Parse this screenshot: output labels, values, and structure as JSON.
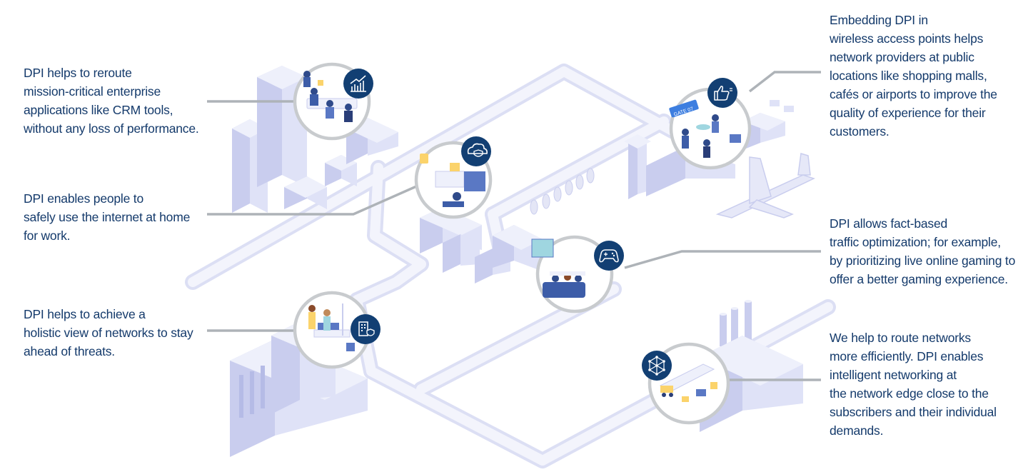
{
  "captions": {
    "enterprise": [
      "DPI helps to reroute",
      "mission-critical enterprise",
      "applications like CRM tools,",
      "without any loss of performance."
    ],
    "home": [
      "DPI enables people to",
      "safely use the internet at home",
      "for work."
    ],
    "threats": [
      "DPI helps to achieve a",
      "holistic view of networks to stay",
      "ahead of threats."
    ],
    "wireless": [
      "Embedding DPI in",
      "wireless access points helps",
      "network providers at public",
      "locations like shopping malls,",
      "cafés or airports to improve the",
      "quality of experience for their",
      "customers."
    ],
    "gaming": [
      "DPI allows fact-based",
      "traffic optimization; for example,",
      "by prioritizing live online gaming to",
      "offer a better gaming experience."
    ],
    "edge": [
      "We help to route networks",
      "more efficiently. DPI enables",
      "intelligent networking at",
      "the network edge close to the",
      "subscribers and their individual",
      "demands."
    ]
  },
  "signs": {
    "gate": "GATE 07"
  },
  "icons": [
    "chart-growth-icon",
    "cloud-shield-icon",
    "thumbs-up-icon",
    "gamepad-icon",
    "building-shield-icon",
    "network-mesh-icon"
  ],
  "colors": {
    "text": "#143a6b",
    "badge": "#123f73",
    "connector": "#aeb3b8",
    "road": "#e8eaf8",
    "building": "#c9cdee"
  }
}
